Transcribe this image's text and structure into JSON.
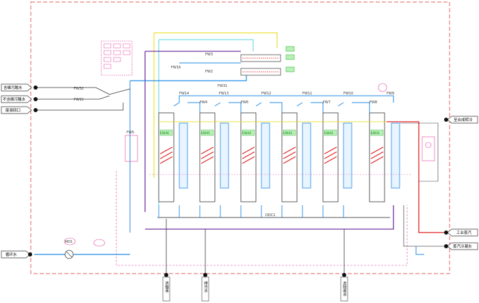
{
  "diagram": {
    "stream_labels_top": [
      "FW14",
      "FW4",
      "FW13",
      "FW6",
      "FW12",
      "FW11",
      "FW7",
      "FW10",
      "FW8",
      "FW9"
    ],
    "stream_labels_mid": [
      "FW32",
      "FW31",
      "FW15",
      "FW16",
      "FW3",
      "FW2",
      "FW5"
    ],
    "columns": [
      "EW46",
      "EW45",
      "EW44",
      "EW43",
      "EW42",
      "EW41"
    ],
    "bottom_line": "DDC1",
    "pump": "MD1",
    "inputs": [
      {
        "id": "in-1",
        "text": "含磷污酸水"
      },
      {
        "id": "in-2",
        "text": "不含磷污酸水"
      },
      {
        "id": "in-3",
        "text": "废液回口"
      },
      {
        "id": "in-4",
        "text": "循环水"
      }
    ],
    "outputs": [
      {
        "id": "out-1",
        "text": "至合成转冷"
      },
      {
        "id": "out-2",
        "text": "工业蒸汽"
      },
      {
        "id": "out-3",
        "text": "蒸汽冷凝水"
      }
    ],
    "bottom_drains": [
      "浓缩液",
      "排污水",
      "去除废水"
    ]
  }
}
